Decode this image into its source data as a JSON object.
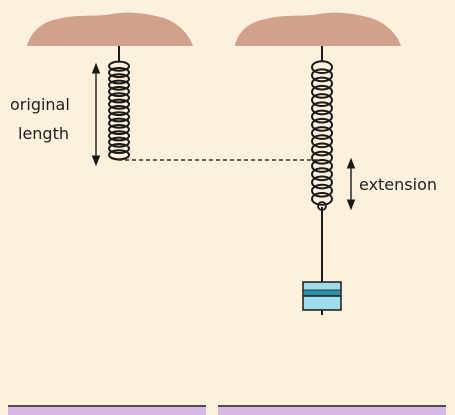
{
  "labels": {
    "original_length_line1": "original",
    "original_length_line2": "length",
    "extension": "extension"
  },
  "colors": {
    "background": "#fdf0dd",
    "support": "#d2a18c",
    "spring": "#1a1a1a",
    "mass_fill": "#9fdcea",
    "mass_stripe": "#2f8fa7",
    "floor": "#d6b8e3"
  },
  "icons": {
    "support_left": "ceiling-support-icon",
    "support_right": "ceiling-support-icon",
    "mass": "slotted-mass-icon"
  }
}
